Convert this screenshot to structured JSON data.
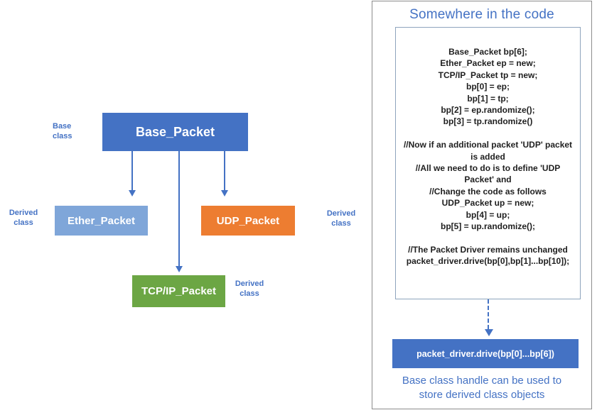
{
  "colors": {
    "accent_blue": "#4472C4",
    "base_box": "#4472C4",
    "ether_box": "#7FA6D9",
    "udp_box": "#ED7D31",
    "tcp_box": "#6CA644",
    "drive_box": "#4472C4",
    "panel_border": "#8C8C8C",
    "code_box_border": "#8EA4BD",
    "code_text": "#1F1F1F"
  },
  "diagram": {
    "base_label": "Base class",
    "derived_label_left": "Derived class",
    "derived_label_udp": "Derived class",
    "derived_label_tcp": "Derived class",
    "nodes": {
      "base": "Base_Packet",
      "ether": "Ether_Packet",
      "udp": "UDP_Packet",
      "tcp": "TCP/IP_Packet"
    }
  },
  "panel": {
    "title": "Somewhere in the code",
    "code": "Base_Packet bp[6];\nEther_Packet ep = new;\nTCP/IP_Packet tp = new;\nbp[0] = ep;\nbp[1] = tp;\nbp[2] = ep.randomize();\nbp[3] = tp.randomize()\n\n//Now if an additional packet 'UDP' packet\nis added\n//All we need to do is to define 'UDP\nPacket' and\n//Change the code as follows\nUDP_Packet up = new;\nbp[4] = up;\nbp[5] = up.randomize();\n\n//The Packet Driver remains unchanged\npacket_driver.drive(bp[0],bp[1]...bp[10]);",
    "drive_box_label": "packet_driver.drive(bp[0]...bp[6])",
    "caption": "Base class handle can be used to\nstore derived class objects"
  }
}
